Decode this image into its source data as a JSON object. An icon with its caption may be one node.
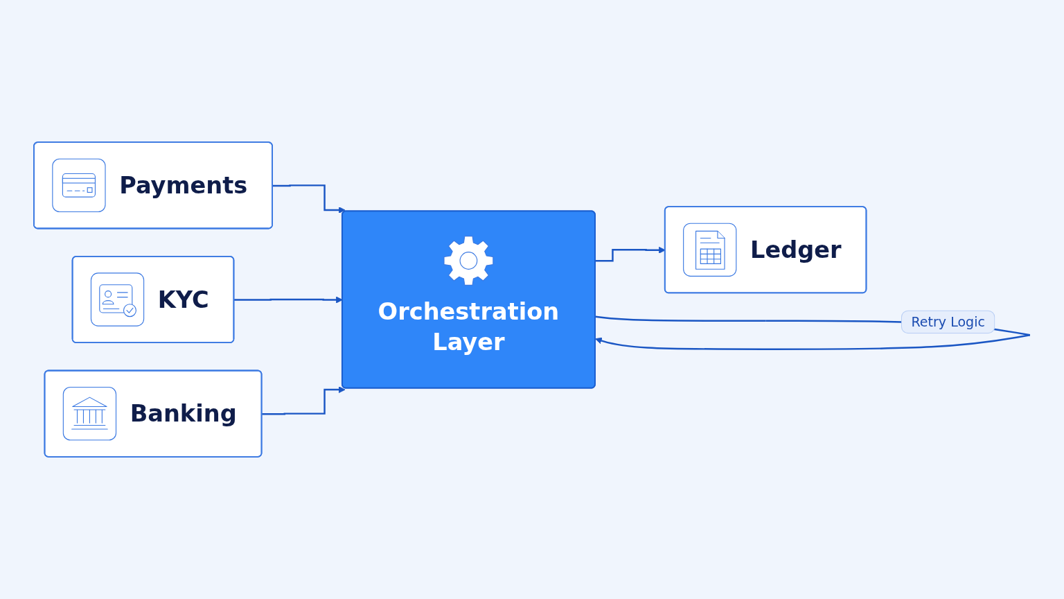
{
  "diagram": {
    "nodes": [
      {
        "text": [
          "Payments"
        ]
      },
      {
        "text": [
          "KYC"
        ]
      },
      {
        "text": [
          "Banking"
        ]
      },
      {
        "text": [
          "Orchestration Layer"
        ]
      },
      {
        "text": [
          "Ledger"
        ]
      }
    ],
    "edges": [
      {
        "from": 0,
        "to": 3,
        "arrow": "to"
      },
      {
        "from": 1,
        "to": 3,
        "arrow": "to"
      },
      {
        "from": 2,
        "to": 3,
        "arrow": "to"
      },
      {
        "from": 3,
        "to": 4,
        "arrow": "to"
      },
      {
        "from": 3,
        "to": 3,
        "arrow": "to",
        "label": "Retry Logic"
      }
    ]
  }
}
